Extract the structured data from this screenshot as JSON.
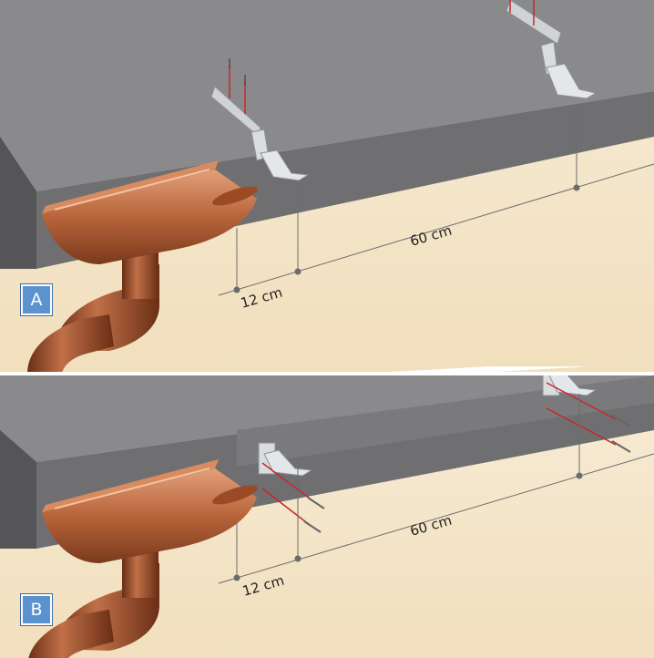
{
  "panels": [
    {
      "id": "A",
      "label": "A",
      "bracket_spacing": "60 cm",
      "edge_offset": "12 cm",
      "mounting": "rafter-mounted brackets"
    },
    {
      "id": "B",
      "label": "B",
      "bracket_spacing": "60 cm",
      "edge_offset": "12 cm",
      "mounting": "fascia-mounted brackets"
    }
  ],
  "colors": {
    "roof_top": "#8a8a8c",
    "roof_front": "#6f6f71",
    "wall": "#f5e6c8",
    "copper": "#b8643a",
    "badge": "#5b93cf",
    "screw_line": "#c8262a"
  }
}
